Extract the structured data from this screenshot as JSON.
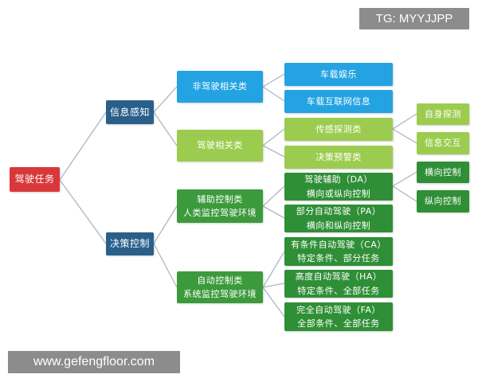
{
  "watermarks": {
    "top": "TG: MYYJJPP",
    "bottom": "www.gefengfloor.com"
  },
  "root": "驾驶任务",
  "level1": {
    "perception": "信息感知",
    "decision": "决策控制"
  },
  "level2": {
    "non_driving": "非驾驶相关类",
    "driving": "驾驶相关类",
    "assist": {
      "line1": "辅助控制类",
      "line2": "人类监控驾驶环境"
    },
    "auto": {
      "line1": "自动控制类",
      "line2": "系统监控驾驶环境"
    }
  },
  "level3": {
    "infotainment": "车载娱乐",
    "internet": "车载互联网信息",
    "sensing": "传感探测类",
    "warning": "决策预警类",
    "da": {
      "line1": "驾驶辅助（DA）",
      "line2": "横向或纵向控制"
    },
    "pa": {
      "line1": "部分自动驾驶（PA）",
      "line2": "横向和纵向控制"
    },
    "ca": {
      "line1": "有条件自动驾驶（CA）",
      "line2": "特定条件、部分任务"
    },
    "ha": {
      "line1": "高度自动驾驶（HA）",
      "line2": "特定条件、全部任务"
    },
    "fa": {
      "line1": "完全自动驾驶（FA）",
      "line2": "全部条件、全部任务"
    }
  },
  "level4": {
    "self_sensing": "自身探测",
    "info_exchange": "信息交互",
    "lateral": "横向控制",
    "longitudinal": "纵向控制"
  }
}
